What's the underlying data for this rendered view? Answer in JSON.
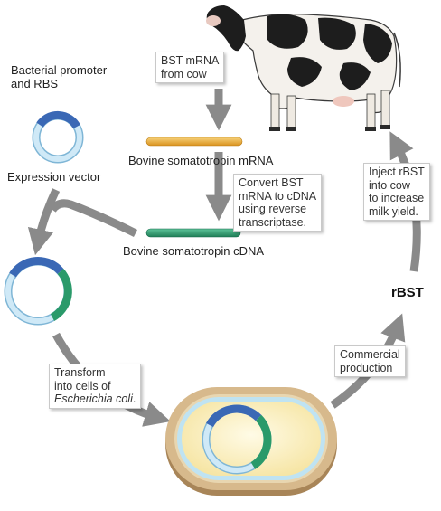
{
  "labels": {
    "bacterial_promoter": [
      "Bacterial promoter",
      "and RBS"
    ],
    "expression_vector": "Expression vector",
    "bst_mrna_note": [
      "BST mRNA",
      "from cow"
    ],
    "mrna": "Bovine somatotropin mRNA",
    "convert_note": [
      "Convert BST",
      "mRNA to cDNA",
      "using reverse",
      "transcriptase."
    ],
    "cdna": "Bovine somatotropin cDNA",
    "inject_note": [
      "Inject rBST",
      "into cow",
      "to increase",
      "milk yield."
    ],
    "rbst": "rBST",
    "commercial_note": [
      "Commercial",
      "production"
    ],
    "transform_note": [
      "Transform",
      "into cells of"
    ],
    "transform_italic": "Escherichia coli",
    "transform_period": "."
  },
  "colors": {
    "arrow": "#8a8a8a",
    "plasmid": "#a8d4ec",
    "promoter_segment": "#3a68b5",
    "cdna_segment": "#2a9a6a",
    "mrna_bar": "#e8a93a",
    "cdna_bar": "#2e9a6e",
    "cell_membrane": "#c9a97a",
    "cell_interior": "#fdf3c8"
  }
}
